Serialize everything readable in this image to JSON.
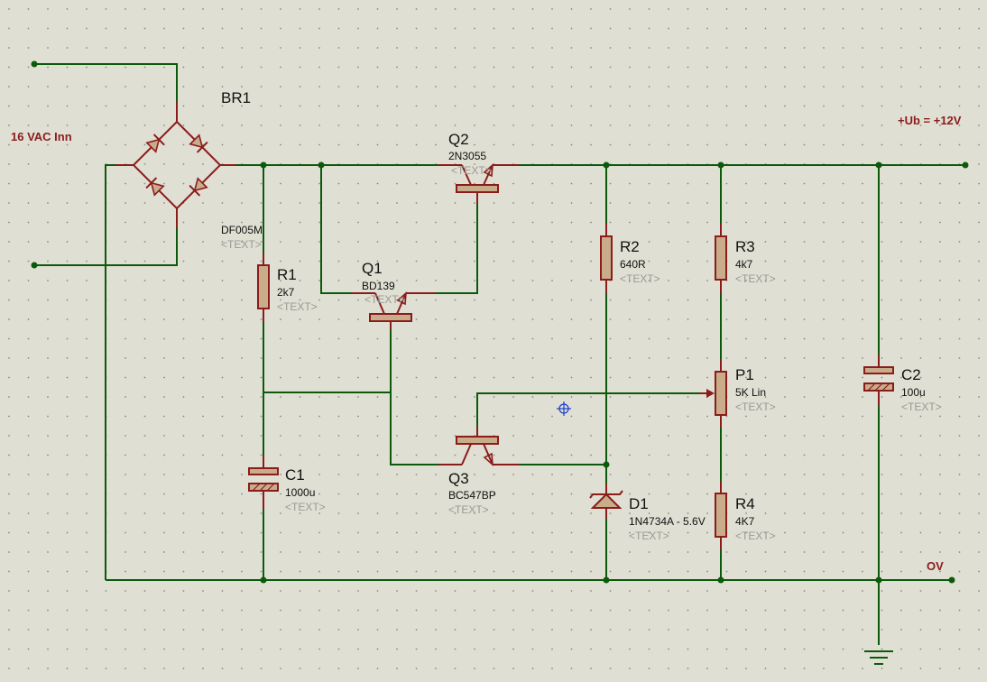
{
  "diagram": {
    "type": "schematic",
    "net_labels": {
      "input": "16 VAC Inn",
      "output": "+Ub = +12V",
      "ground": "OV"
    },
    "components": [
      {
        "id": "BR1",
        "ref": "BR1",
        "value": "DF005M",
        "text": "<TEXT>"
      },
      {
        "id": "R1",
        "ref": "R1",
        "value": "2k7",
        "text": "<TEXT>"
      },
      {
        "id": "Q1",
        "ref": "Q1",
        "value": "BD139",
        "text": "<TEXT>"
      },
      {
        "id": "Q2",
        "ref": "Q2",
        "value": "2N3055",
        "text": "<TEXT>"
      },
      {
        "id": "Q3",
        "ref": "Q3",
        "value": "BC547BP",
        "text": "<TEXT>"
      },
      {
        "id": "R2",
        "ref": "R2",
        "value": "640R",
        "text": "<TEXT>"
      },
      {
        "id": "R3",
        "ref": "R3",
        "value": "4k7",
        "text": "<TEXT>"
      },
      {
        "id": "P1",
        "ref": "P1",
        "value": "5K Lin",
        "text": "<TEXT>"
      },
      {
        "id": "R4",
        "ref": "R4",
        "value": "4K7",
        "text": "<TEXT>"
      },
      {
        "id": "C1",
        "ref": "C1",
        "value": "1000u",
        "text": "<TEXT>"
      },
      {
        "id": "C2",
        "ref": "C2",
        "value": "100u",
        "text": "<TEXT>"
      },
      {
        "id": "D1",
        "ref": "D1",
        "value": "1N4734A - 5.6V",
        "text": "<TEXT>"
      }
    ],
    "colors": {
      "background": "#e0dfd3",
      "wire": "#0b5a0b",
      "component": "#8b1c1c",
      "component_fill": "#c9ad8a",
      "placeholder_text": "#9a9a96"
    }
  }
}
